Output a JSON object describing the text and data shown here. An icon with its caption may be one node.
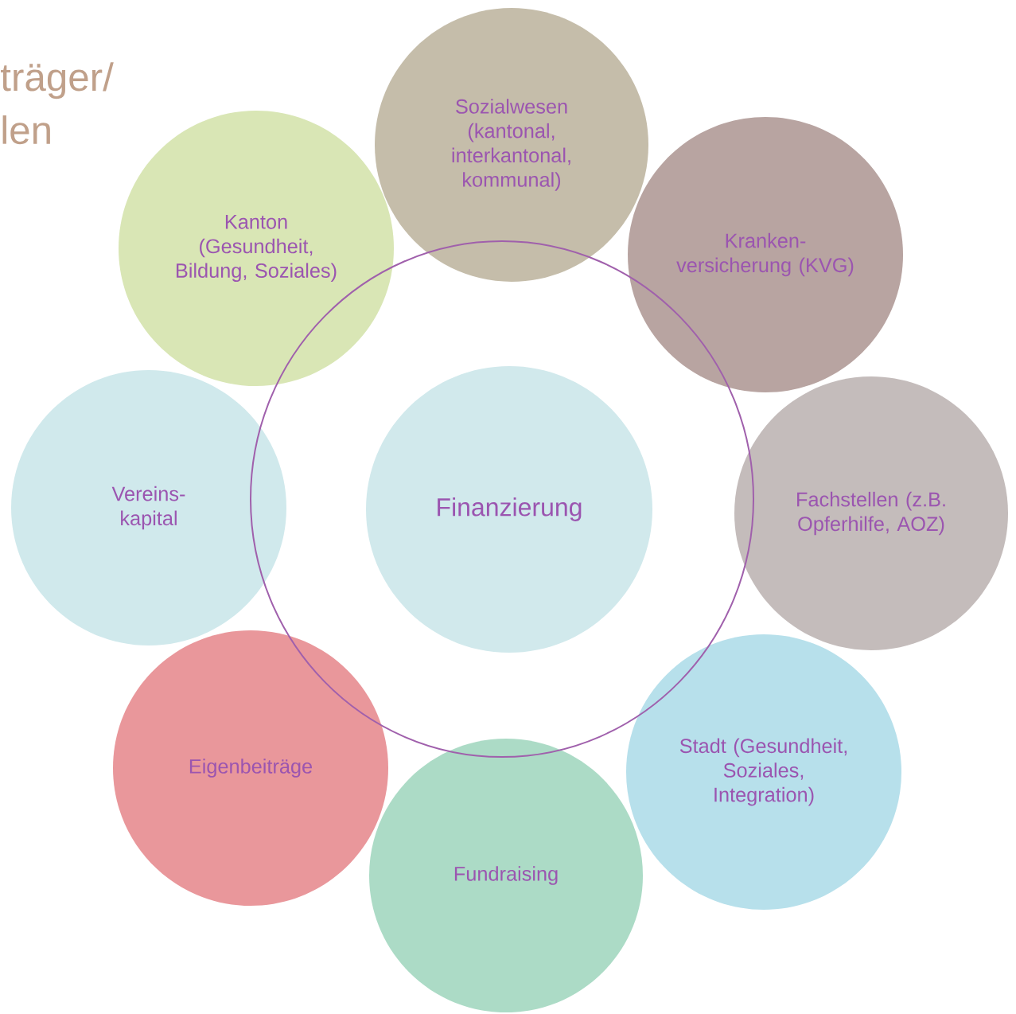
{
  "diagram": {
    "title": "träger/ len",
    "nodes": [
      {
        "text": [
          "Sozialwesen (kantonal, interkantonal, kommunal)"
        ]
      },
      {
        "text": [
          "Kanton (Gesundheit, Bildung, Soziales)"
        ]
      },
      {
        "text": [
          "Kranken- versicherung (KVG)"
        ]
      },
      {
        "text": [
          "Vereins- kapital"
        ]
      },
      {
        "text": [
          "Finanzierung"
        ]
      },
      {
        "text": [
          "Fachstellen (z.B. Opferhilfe, AOZ)"
        ]
      },
      {
        "text": [
          "Eigenbeiträge"
        ]
      },
      {
        "text": [
          "Stadt (Gesundheit, Soziales, Integration)"
        ]
      },
      {
        "text": [
          "Fundraising"
        ]
      }
    ]
  }
}
